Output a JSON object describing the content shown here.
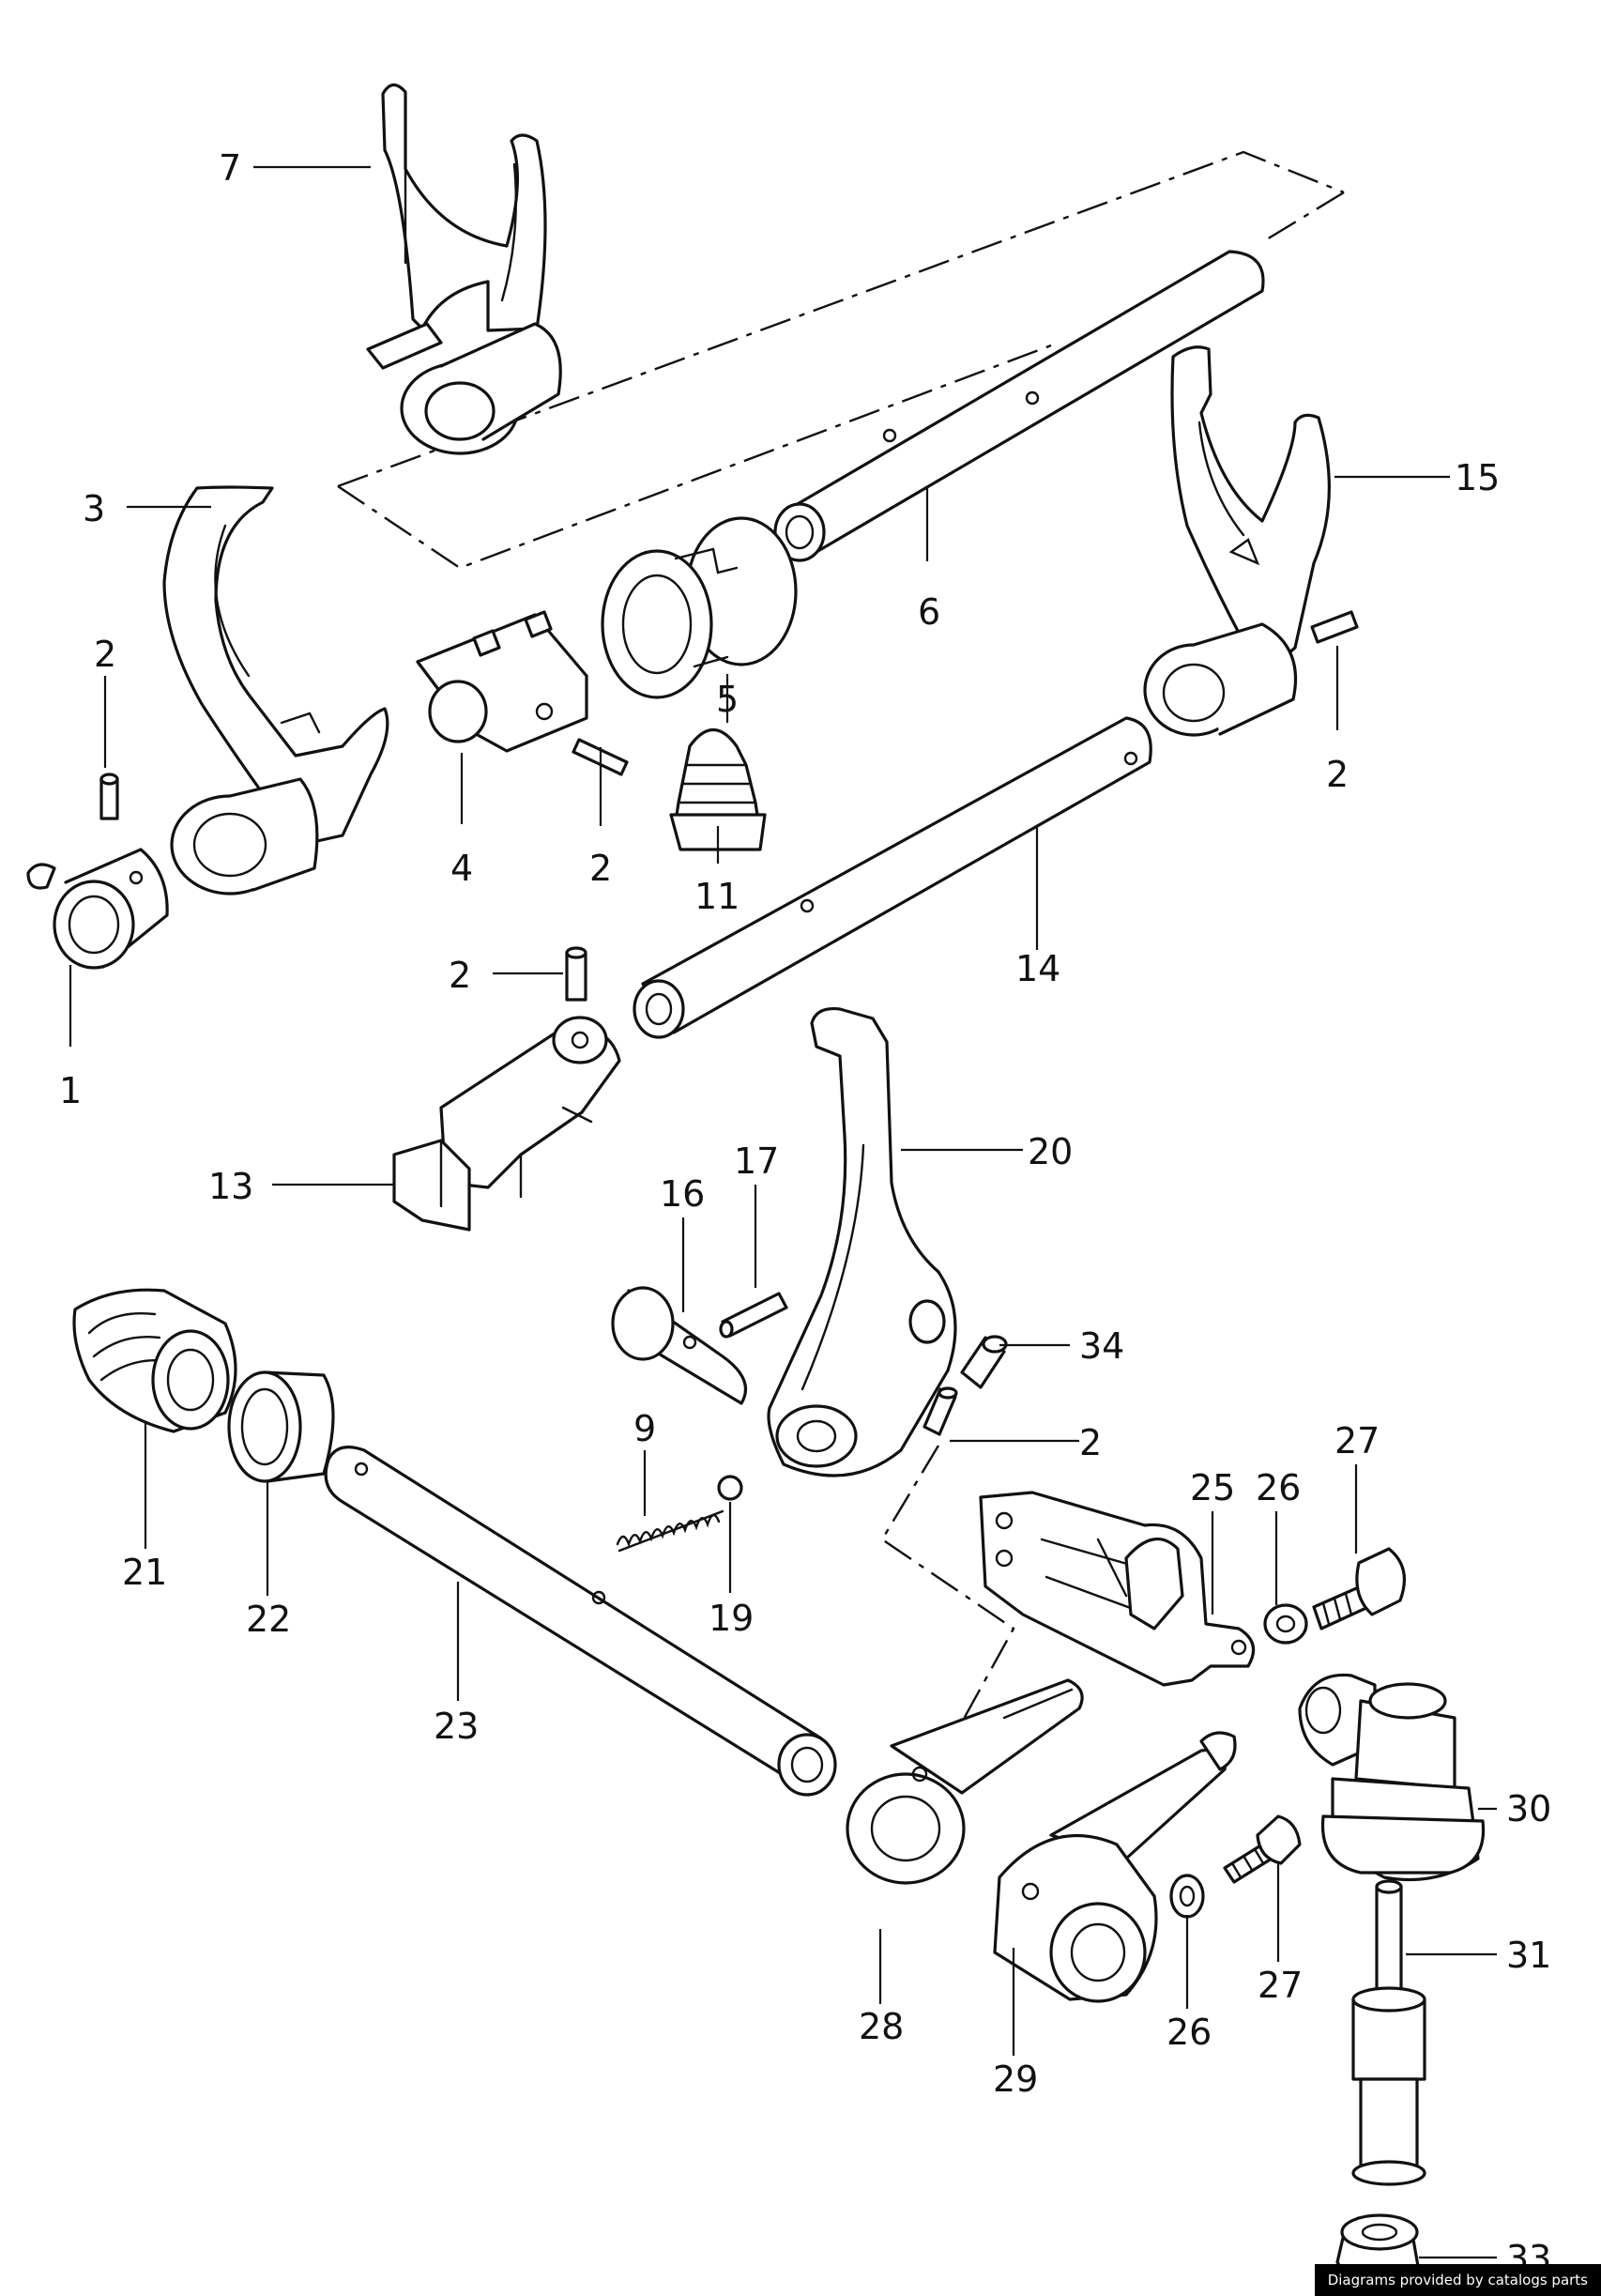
{
  "callouts": {
    "c1": "1",
    "c2a": "2",
    "c2b": "2",
    "c2c": "2",
    "c2d": "2",
    "c2e": "2",
    "c3": "3",
    "c4": "4",
    "c5": "5",
    "c6": "6",
    "c7": "7",
    "c9": "9",
    "c11": "11",
    "c13": "13",
    "c14": "14",
    "c15": "15",
    "c16": "16",
    "c17": "17",
    "c19": "19",
    "c20": "20",
    "c21": "21",
    "c22": "22",
    "c23": "23",
    "c25": "25",
    "c26a": "26",
    "c26b": "26",
    "c27a": "27",
    "c27b": "27",
    "c28": "28",
    "c29": "29",
    "c30": "30",
    "c31": "31",
    "c33": "33",
    "c34": "34"
  },
  "credit": "Diagrams provided by catalogs parts",
  "colors": {
    "line": "#111111",
    "background": "#ffffff",
    "credit_bg": "#000000"
  }
}
